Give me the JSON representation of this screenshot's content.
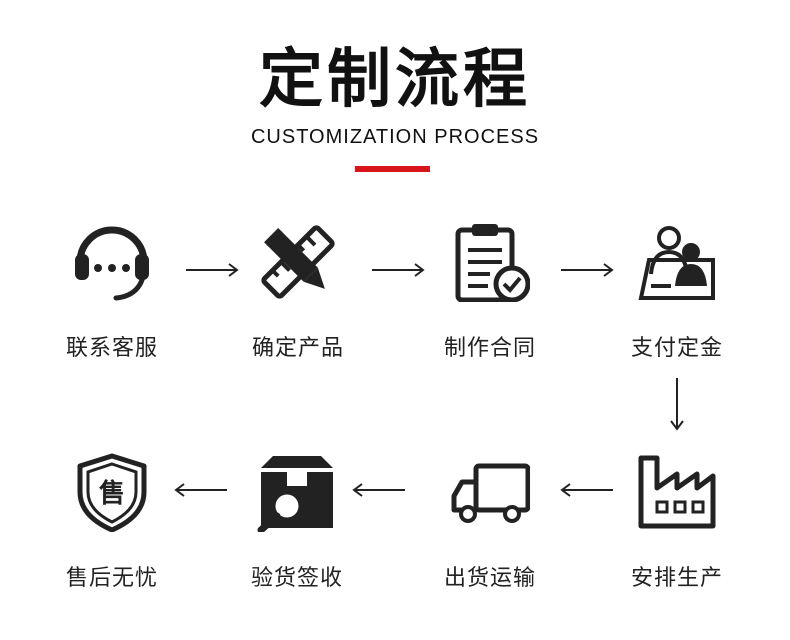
{
  "header": {
    "title": "定制流程",
    "subtitle": "CUSTOMIZATION PROCESS",
    "accent_color": "#d9151c"
  },
  "steps": [
    {
      "label": "联系客服",
      "icon": "headset-icon"
    },
    {
      "label": "确定产品",
      "icon": "pencil-ruler-icon"
    },
    {
      "label": "制作合同",
      "icon": "clipboard-check-icon"
    },
    {
      "label": "支付定金",
      "icon": "users-card-icon"
    },
    {
      "label": "安排生产",
      "icon": "factory-icon"
    },
    {
      "label": "出货运输",
      "icon": "truck-icon"
    },
    {
      "label": "验货签收",
      "icon": "box-search-icon"
    },
    {
      "label": "售后无忧",
      "icon": "shield-icon"
    }
  ],
  "shield_char": "售"
}
